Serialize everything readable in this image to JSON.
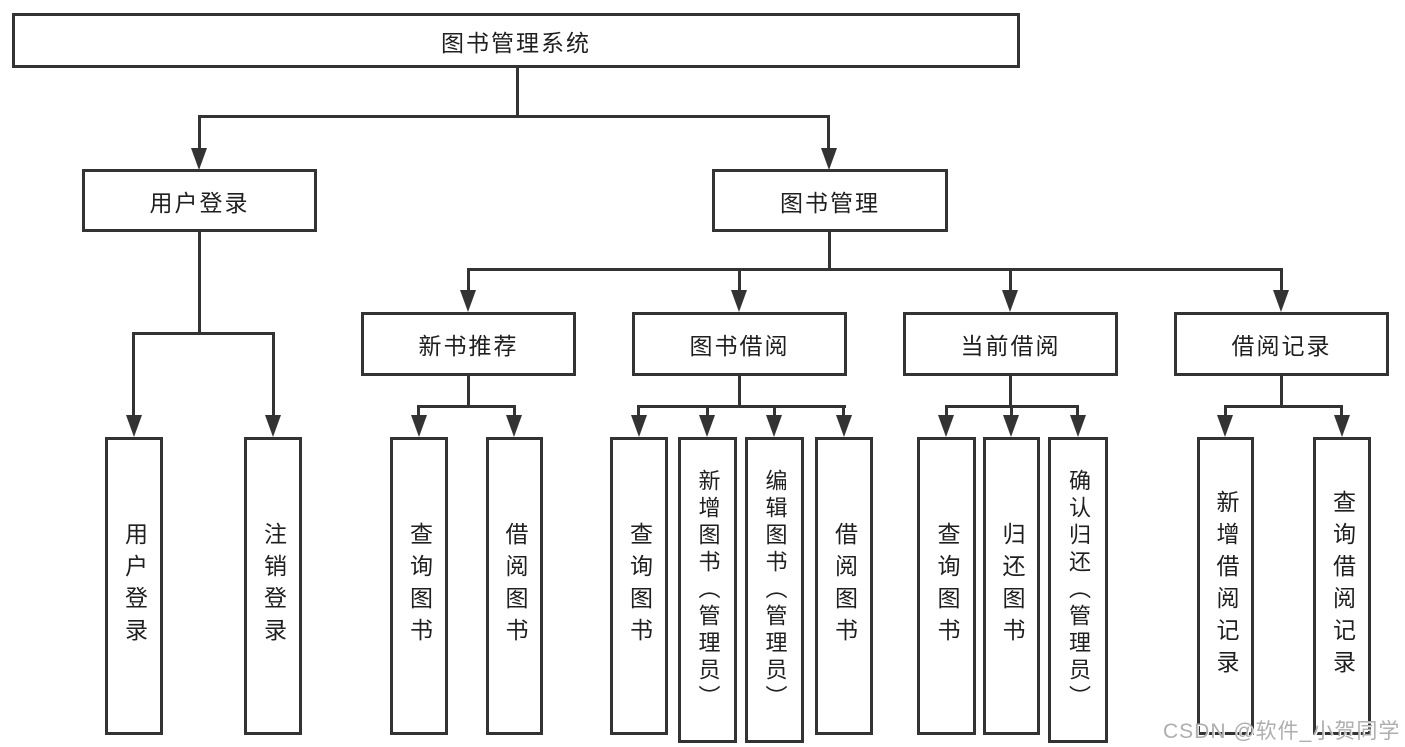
{
  "diagram": {
    "root": "图书管理系统",
    "level2": [
      "用户登录",
      "图书管理"
    ],
    "level3": [
      "新书推荐",
      "图书借阅",
      "当前借阅",
      "借阅记录"
    ],
    "leaves": [
      "用户登录",
      "注销登录",
      "查询图书",
      "借阅图书",
      "查询图书",
      "新增图书（管理员）",
      "编辑图书（管理员）",
      "借阅图书",
      "查询图书",
      "归还图书",
      "确认归还（管理员）",
      "新增借阅记录",
      "查询借阅记录"
    ]
  },
  "watermark": "CSDN @软件_小贺同学",
  "colors": {
    "line": "#333333",
    "text": "#1f1f1f",
    "watermark": "#aeaeae",
    "background": "#ffffff"
  }
}
